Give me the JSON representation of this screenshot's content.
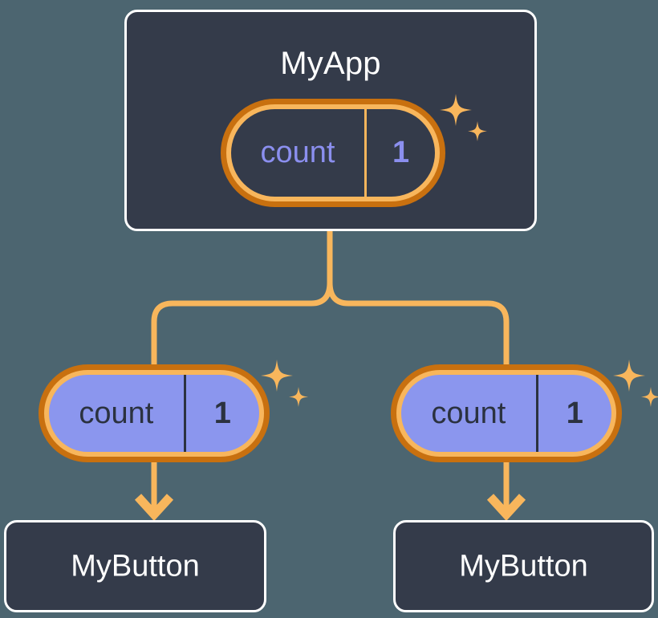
{
  "diagram": {
    "title_node": {
      "label": "MyApp",
      "state_pill": {
        "key": "count",
        "value": "1",
        "style": "outlined",
        "sparkle_icon": "sparkles-icon"
      }
    },
    "branches": [
      {
        "state_pill": {
          "key": "count",
          "value": "1",
          "style": "filled",
          "sparkle_icon": "sparkles-icon"
        },
        "child": {
          "label": "MyButton"
        }
      },
      {
        "state_pill": {
          "key": "count",
          "value": "1",
          "style": "filled",
          "sparkle_icon": "sparkles-icon"
        },
        "child": {
          "label": "MyButton"
        }
      }
    ],
    "colors": {
      "background": "#4c6570",
      "panel": "#343b4a",
      "panel_border": "#ffffff",
      "ring_outer": "#c8700f",
      "ring_inner": "#f8b65c",
      "state_fill": "#8b96ee",
      "state_text_on_dark": "#8b8fef",
      "state_text_on_fill": "#2b3240",
      "connector": "#f8b65c"
    }
  }
}
